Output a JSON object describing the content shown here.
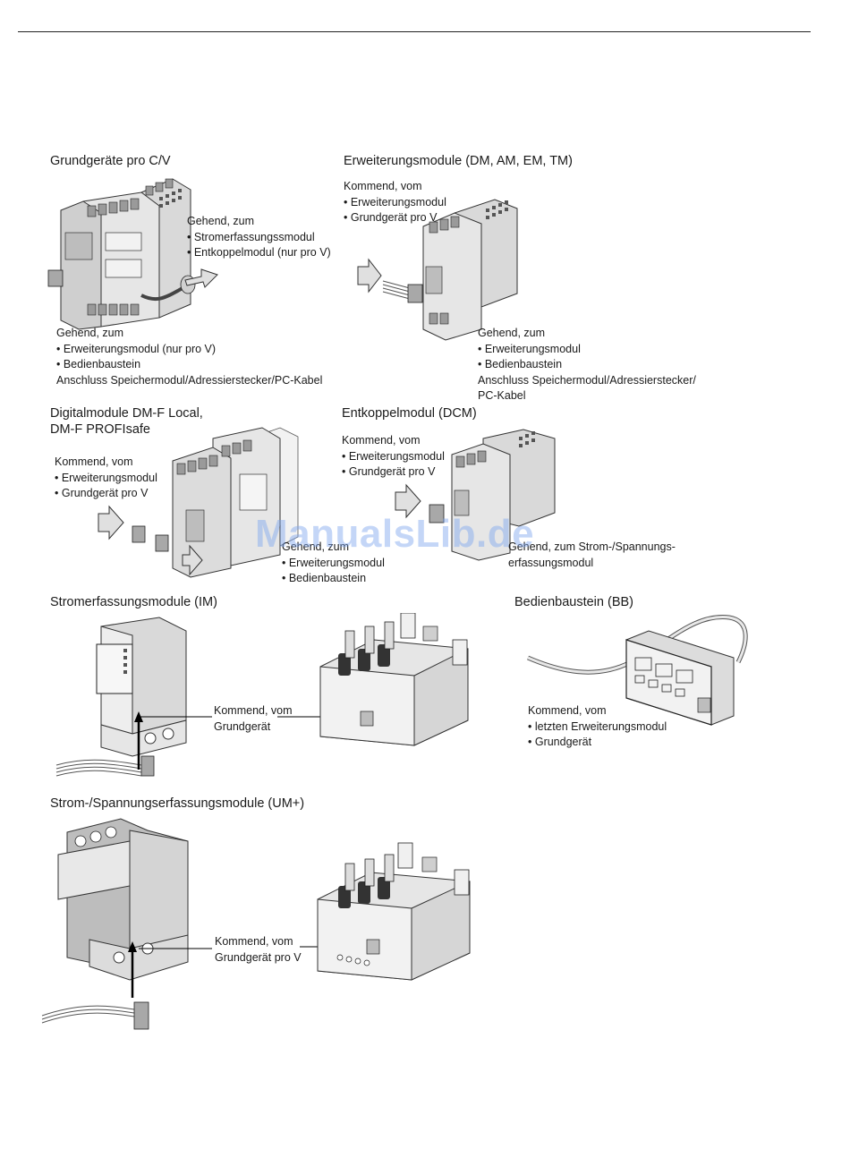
{
  "watermark": "ManualsLib.de",
  "sections": {
    "base": {
      "title": "Grundgeräte pro C/V",
      "out_top": [
        "Gehend, zum",
        "• Stromerfassungssmodul",
        "• Entkoppelmodul (nur pro V)"
      ],
      "out_bottom": [
        "Gehend, zum",
        "• Erweiterungsmodul (nur pro V)",
        "• Bedienbaustein",
        "Anschluss Speichermodul/Adressierstecker/PC-Kabel"
      ]
    },
    "expansion": {
      "title": "Erweiterungsmodule (DM, AM, EM, TM)",
      "in": [
        "Kommend, vom",
        "• Erweiterungsmodul",
        "• Grundgerät pro V"
      ],
      "out": [
        "Gehend, zum",
        "• Erweiterungsmodul",
        "• Bedienbaustein",
        "Anschluss Speichermodul/Adressierstecker/",
        "PC-Kabel"
      ]
    },
    "digital": {
      "title_line1": "Digitalmodule DM-F Local,",
      "title_line2": "DM-F PROFIsafe",
      "in": [
        "Kommend, vom",
        "• Erweiterungsmodul",
        "• Grundgerät pro V"
      ],
      "out": [
        "Gehend, zum",
        "• Erweiterungsmodul",
        "• Bedienbaustein"
      ]
    },
    "dcm": {
      "title": "Entkoppelmodul (DCM)",
      "in": [
        "Kommend, vom",
        "• Erweiterungsmodul",
        "• Grundgerät pro V"
      ],
      "out": [
        "Gehend, zum Strom-/Spannungs-",
        "erfassungsmodul"
      ]
    },
    "im": {
      "title": "Stromerfassungsmodule (IM)",
      "in": [
        "Kommend, vom",
        "Grundgerät"
      ]
    },
    "bb": {
      "title": "Bedienbaustein (BB)",
      "in": [
        "Kommend, vom",
        "• letzten Erweiterungsmodul",
        "• Grundgerät"
      ]
    },
    "um": {
      "title": "Strom-/Spannungserfassungsmodule (UM+)",
      "in": [
        "Kommend, vom",
        "Grundgerät pro V"
      ]
    }
  }
}
